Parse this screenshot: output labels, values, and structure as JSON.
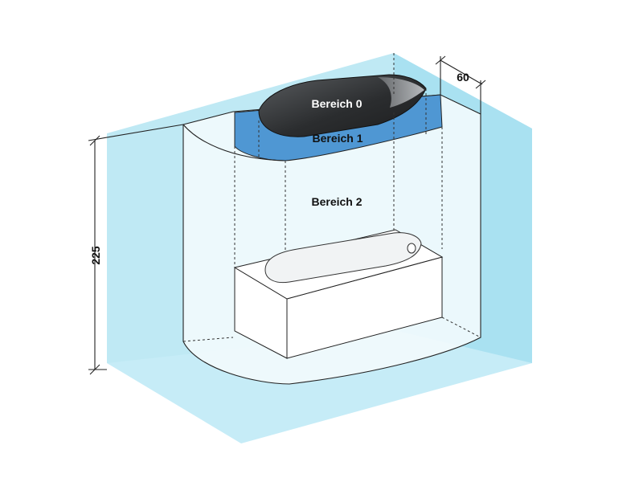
{
  "labels": {
    "zone_0": "Bereich 0",
    "zone_1": "Bereich 1",
    "zone_2": "Bereich 2"
  },
  "dimensions": {
    "height": "225",
    "offset": "60"
  },
  "colors": {
    "wall": "#bfe9f4",
    "wall_dark": "#a8e0f0",
    "zone_box": "#f5fcfe",
    "zone_1": "#4f97d3",
    "tub_shell": "#ffffff",
    "tub_inner": "#f1f3f4",
    "dark_basin": "#303234",
    "line": "#222222"
  }
}
